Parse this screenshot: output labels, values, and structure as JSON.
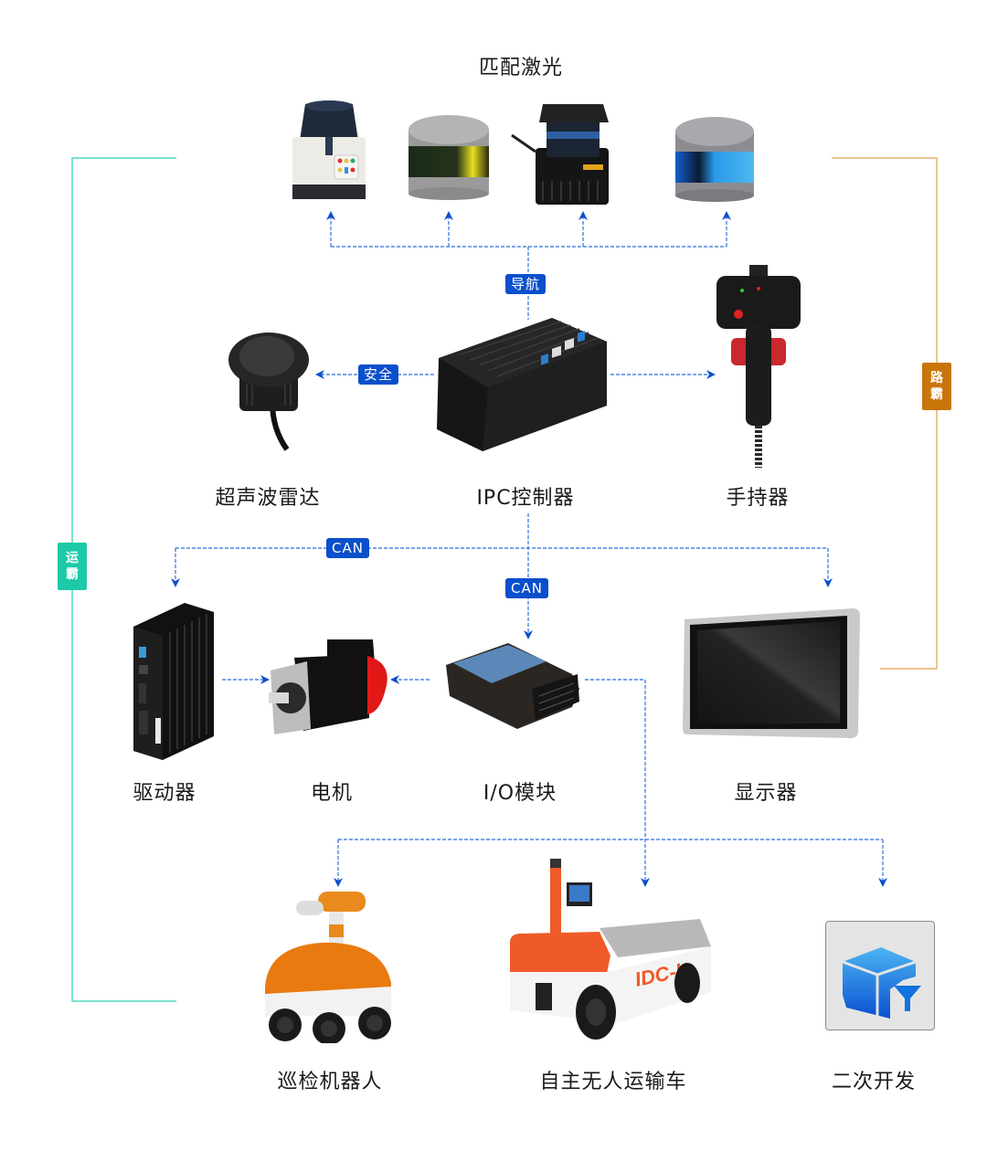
{
  "title": "匹配激光",
  "colors": {
    "connector": "#2f6fd6",
    "tag_bg": "#0a4fcc",
    "yunba": "#1cc9a8",
    "luba": "#c8750a",
    "yunba_line": "#4fd9c0",
    "luba_line": "#e6b06a"
  },
  "lidars": [
    {
      "name": "safety-laser-scanner",
      "icon": "lidar-scanner-icon"
    },
    {
      "name": "yellow-band-lidar",
      "icon": "lidar-yellow-icon"
    },
    {
      "name": "compact-laser-scanner",
      "icon": "lidar-compact-icon"
    },
    {
      "name": "blue-band-lidar",
      "icon": "lidar-blue-icon"
    }
  ],
  "tags": {
    "navigation": "导航",
    "safety": "安全",
    "can_left": "CAN",
    "can_center": "CAN"
  },
  "side_tags": {
    "left": "运\n霸",
    "left_chars": [
      "运",
      "霸"
    ],
    "right_chars": [
      "路",
      "霸"
    ]
  },
  "devices": {
    "ultrasonic": "超声波雷达",
    "ipc": "IPC控制器",
    "handheld": "手持器",
    "driver": "驱动器",
    "motor": "电机",
    "io": "I/O模块",
    "display": "显示器",
    "patrol_robot": "巡检机器人",
    "transport_vehicle": "自主无人运输车",
    "secondary_dev": "二次开发"
  },
  "vehicle_badge": "IDC-I"
}
